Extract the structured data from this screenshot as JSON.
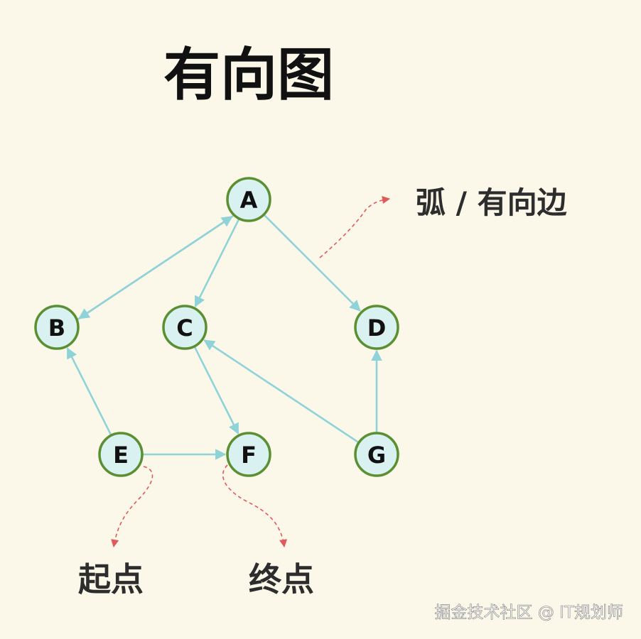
{
  "title": "有向图",
  "labels": {
    "arc": "弧 / 有向边",
    "start": "起点",
    "end": "终点"
  },
  "watermark": "掘金技术社区 @ IT规划师",
  "colors": {
    "background": "#fbf8ea",
    "node_fill": "#d9f2f1",
    "node_stroke": "#5a8f32",
    "edge": "#8fd3d8",
    "annotation": "#e05a5a"
  },
  "nodes": [
    {
      "id": "A",
      "label": "A"
    },
    {
      "id": "B",
      "label": "B"
    },
    {
      "id": "C",
      "label": "C"
    },
    {
      "id": "D",
      "label": "D"
    },
    {
      "id": "E",
      "label": "E"
    },
    {
      "id": "F",
      "label": "F"
    },
    {
      "id": "G",
      "label": "G"
    }
  ],
  "edges": [
    {
      "from": "A",
      "to": "B"
    },
    {
      "from": "B",
      "to": "A"
    },
    {
      "from": "A",
      "to": "C"
    },
    {
      "from": "A",
      "to": "D"
    },
    {
      "from": "E",
      "to": "B"
    },
    {
      "from": "C",
      "to": "F"
    },
    {
      "from": "E",
      "to": "F"
    },
    {
      "from": "G",
      "to": "C"
    },
    {
      "from": "G",
      "to": "D"
    }
  ]
}
